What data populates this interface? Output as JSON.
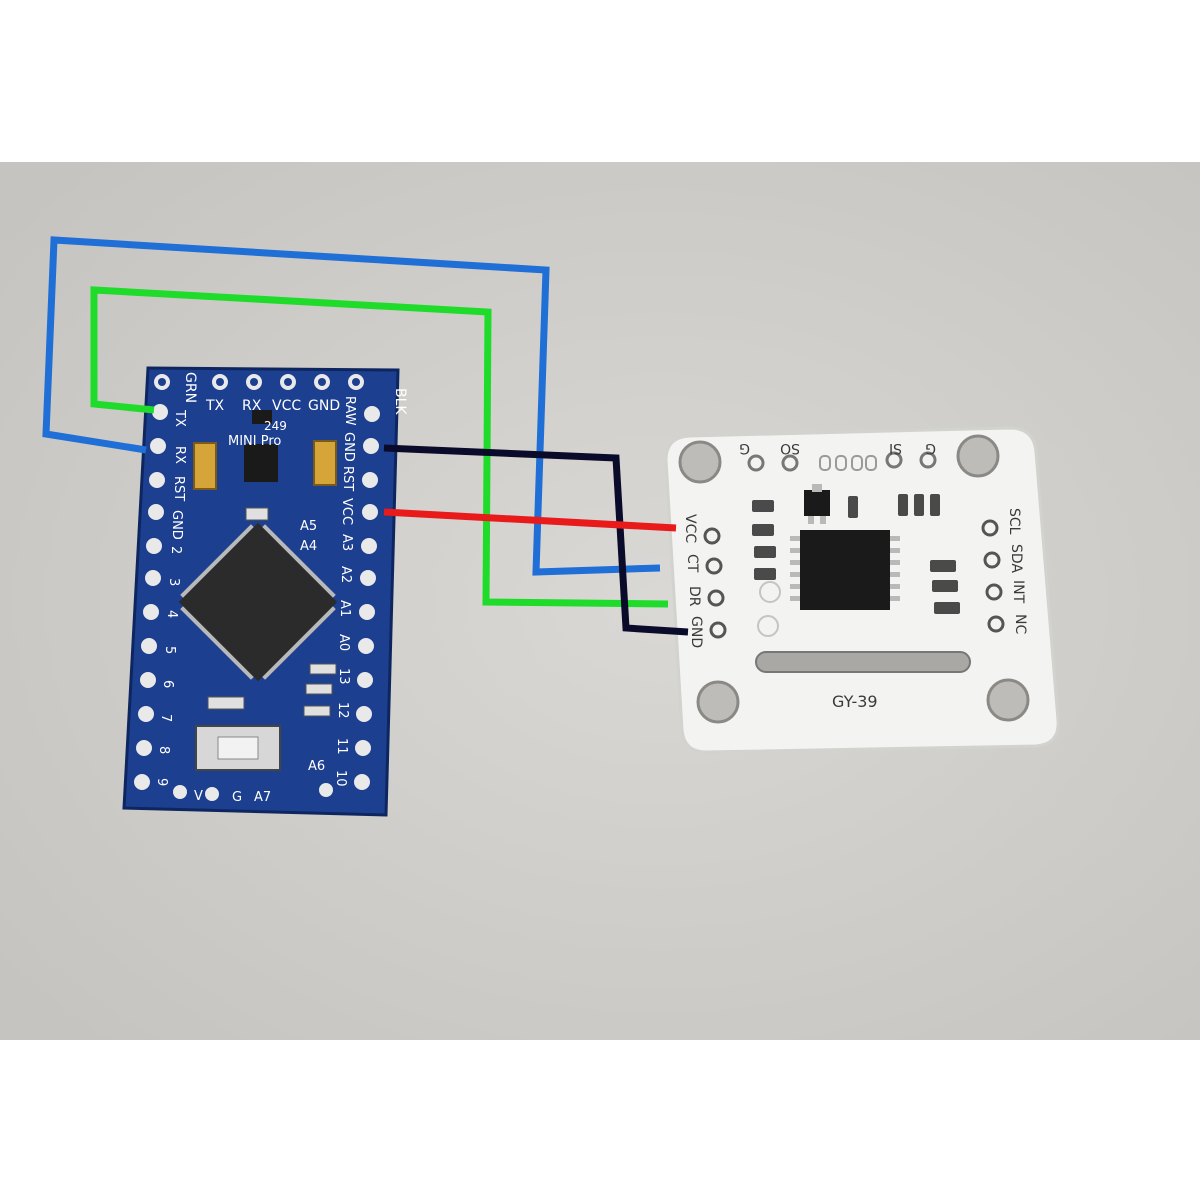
{
  "pro_mini": {
    "top_row": [
      "GRN",
      "TX",
      "RX",
      "VCC",
      "GND",
      "BLK"
    ],
    "left_col": [
      "TX",
      "RX",
      "RST",
      "GND",
      "2",
      "3",
      "4",
      "5",
      "6",
      "7",
      "8",
      "9"
    ],
    "right_col": [
      "RAW",
      "GND",
      "RST",
      "VCC",
      "A3",
      "A2",
      "A1",
      "A0",
      "13",
      "12",
      "11",
      "10"
    ],
    "inner": [
      "A5",
      "A4",
      "A6",
      "A7",
      "G",
      "V"
    ],
    "title": "MINI Pro",
    "dots": "249"
  },
  "gy39": {
    "top": [
      "G",
      "SO",
      "SI",
      "G"
    ],
    "left": [
      "VCC",
      "CT",
      "DR",
      "GND"
    ],
    "right": [
      "SCL",
      "SDA",
      "INT",
      "NC"
    ],
    "label": "GY-39"
  },
  "wires": [
    {
      "name": "blue",
      "color": "#1f6fd6"
    },
    {
      "name": "green",
      "color": "#1fdc2a"
    },
    {
      "name": "black",
      "color": "#0a0a2a"
    },
    {
      "name": "red",
      "color": "#e81a1a"
    }
  ]
}
